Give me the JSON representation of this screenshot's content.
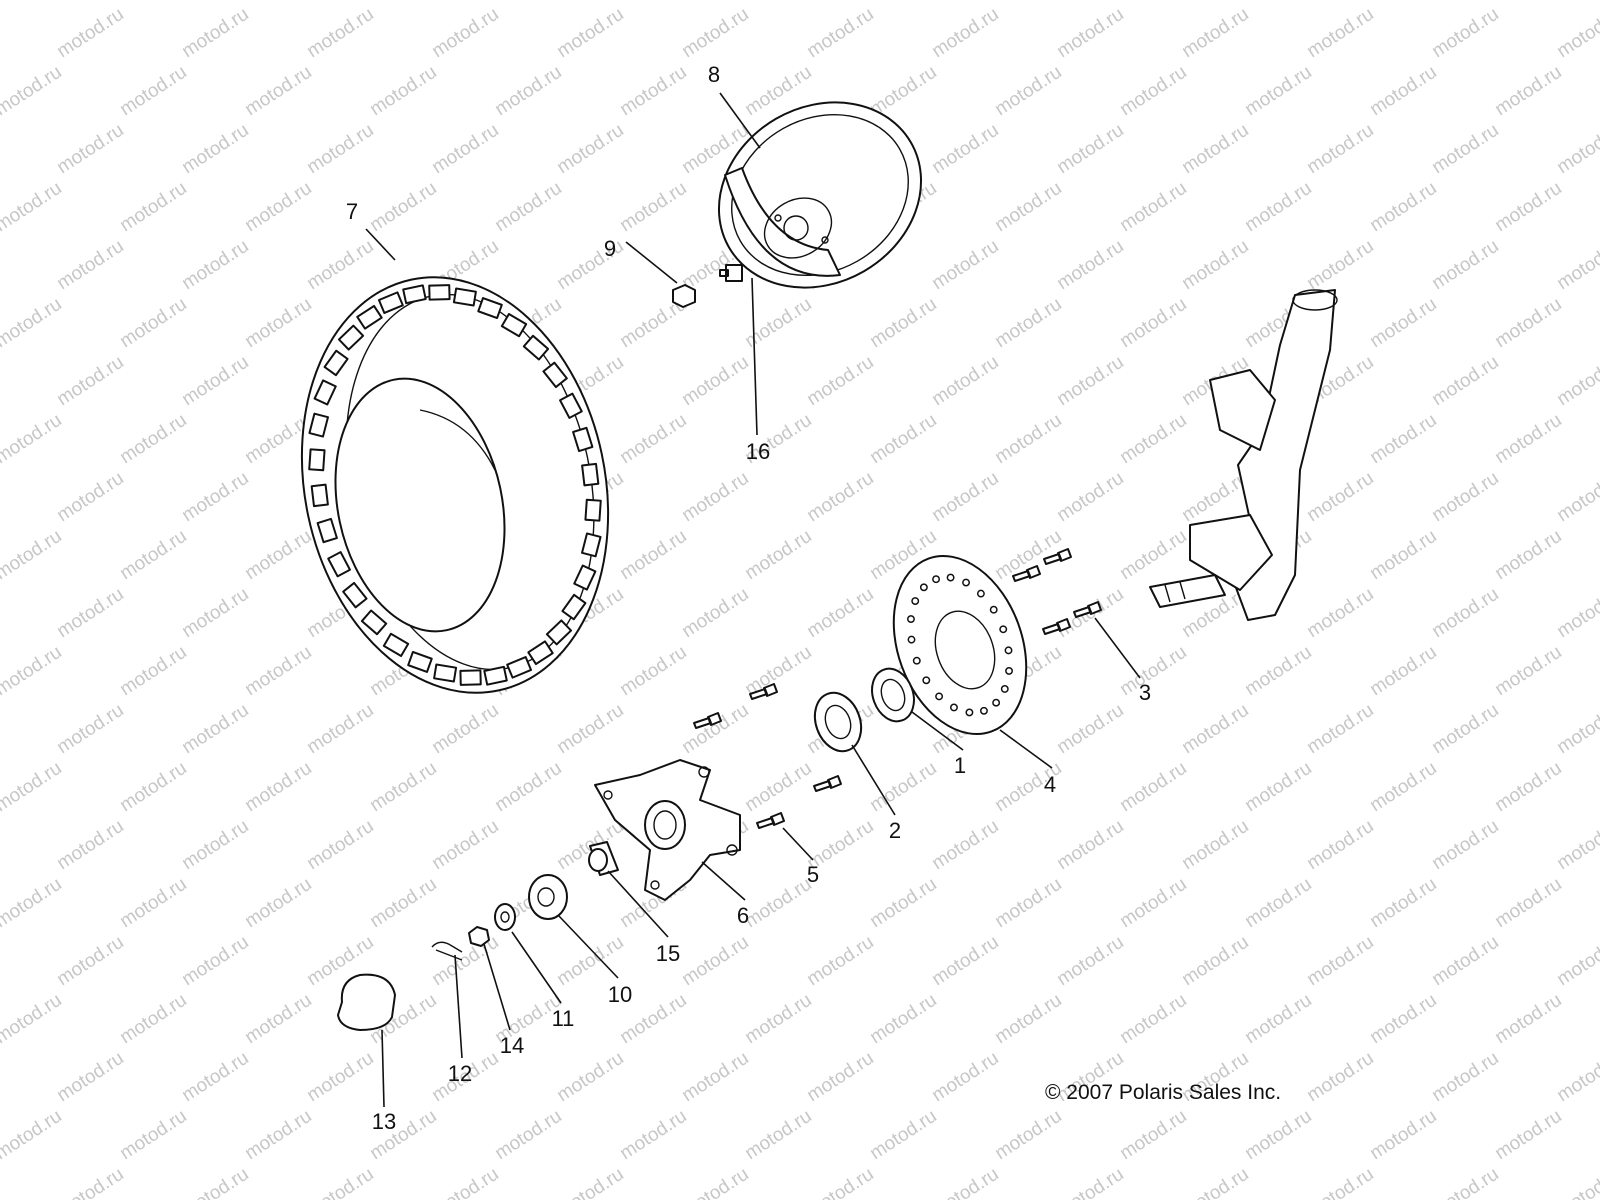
{
  "watermark": "motod.ru",
  "copyright": "© 2007 Polaris Sales Inc.",
  "callouts": [
    "1",
    "2",
    "3",
    "4",
    "5",
    "6",
    "7",
    "8",
    "9",
    "10",
    "11",
    "12",
    "13",
    "14",
    "15",
    "16"
  ]
}
